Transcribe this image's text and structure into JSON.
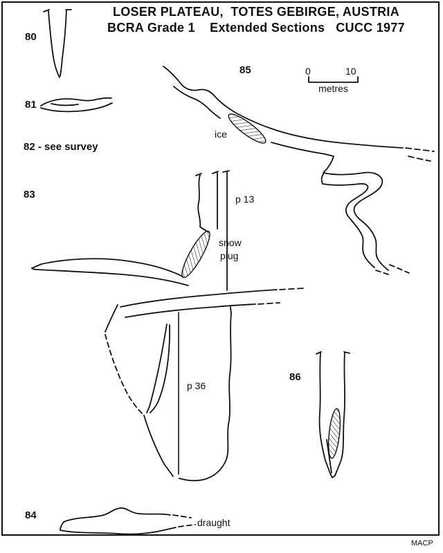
{
  "title": {
    "line1": "LOSER PLATEAU,  TOTES GEBIRGE, AUSTRIA",
    "line2": "BCRA Grade 1    Extended Sections   CUCC 1977"
  },
  "section_labels": {
    "s80": "80",
    "s81": "81",
    "s82": "82 - see survey",
    "s83": "83",
    "s84": "84",
    "s85": "85",
    "s86": "86"
  },
  "annotations": {
    "ice": "ice",
    "p13": "p 13",
    "snow": "snow",
    "plug": "plug",
    "p36": "p 36",
    "draught": "draught"
  },
  "scale_bar": {
    "start": "0",
    "end": "10",
    "unit": "metres"
  },
  "credit": "MACP",
  "colors": {
    "ink": "#111111",
    "paper": "#ffffff"
  }
}
